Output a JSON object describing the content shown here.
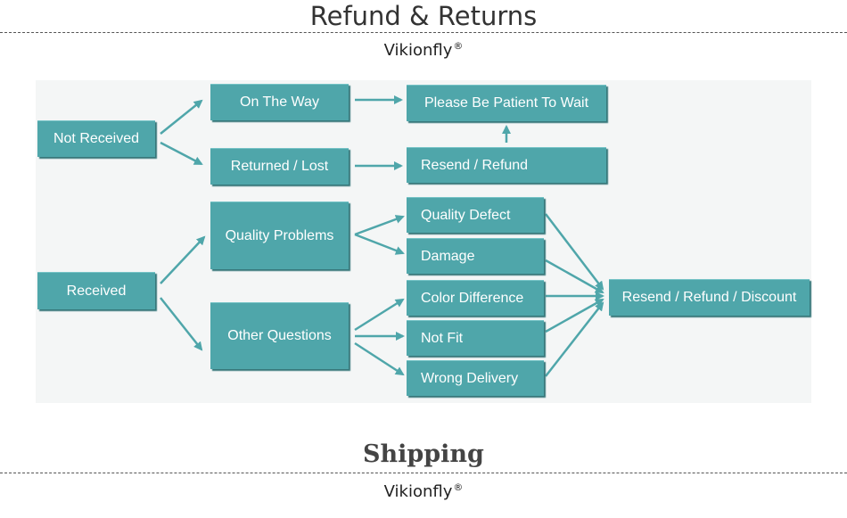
{
  "header": {
    "title": "Refund & Returns",
    "brand": "Vikionfly",
    "brand_mark": "®"
  },
  "footer": {
    "title": "Shipping",
    "brand": "Vikionfly",
    "brand_mark": "®"
  },
  "colors": {
    "box": "#4fa6aa",
    "arrow": "#4fa6aa",
    "panel": "#f4f6f6"
  },
  "flowchart": {
    "nodes": {
      "not_received": "Not Received",
      "on_the_way": "On The Way",
      "returned_lost": "Returned / Lost",
      "please_wait": "Please Be Patient To Wait",
      "resend_refund": "Resend / Refund",
      "received": "Received",
      "quality_problems": "Quality Problems",
      "other_questions": "Other Questions",
      "quality_defect": "Quality Defect",
      "damage": "Damage",
      "color_difference": "Color Difference",
      "not_fit": "Not Fit",
      "wrong_delivery": "Wrong Delivery",
      "resend_refund_discount": "Resend / Refund / Discount"
    }
  }
}
